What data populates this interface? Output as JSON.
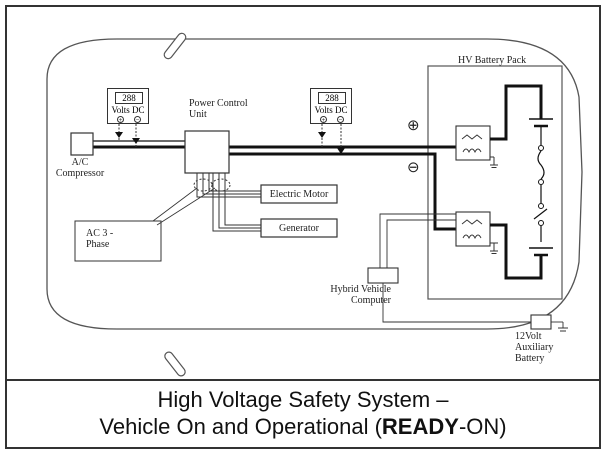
{
  "diagram": {
    "battery_pack_label": "HV Battery Pack",
    "power_control_label": "Power Control Unit",
    "ac_compressor_label": "A/C Compressor",
    "electric_motor_label": "Electric Motor",
    "generator_label": "Generator",
    "ac_phase_label": "AC 3 - Phase",
    "hybrid_computer_label": "Hybrid Vehicle Computer",
    "aux_battery_label": "12Volt Auxiliary Battery",
    "positive_symbol": "⊕",
    "negative_symbol": "⊖",
    "meter_left": {
      "reading": "288",
      "unit": "Volts DC",
      "plus": "+",
      "minus": "−"
    },
    "meter_right": {
      "reading": "288",
      "unit": "Volts DC",
      "plus": "+",
      "minus": "−"
    }
  },
  "caption": {
    "line1": "High Voltage Safety System –",
    "line2_prefix": "Vehicle On and Operational (",
    "line2_bold": "READY",
    "line2_suffix": "-ON)"
  }
}
